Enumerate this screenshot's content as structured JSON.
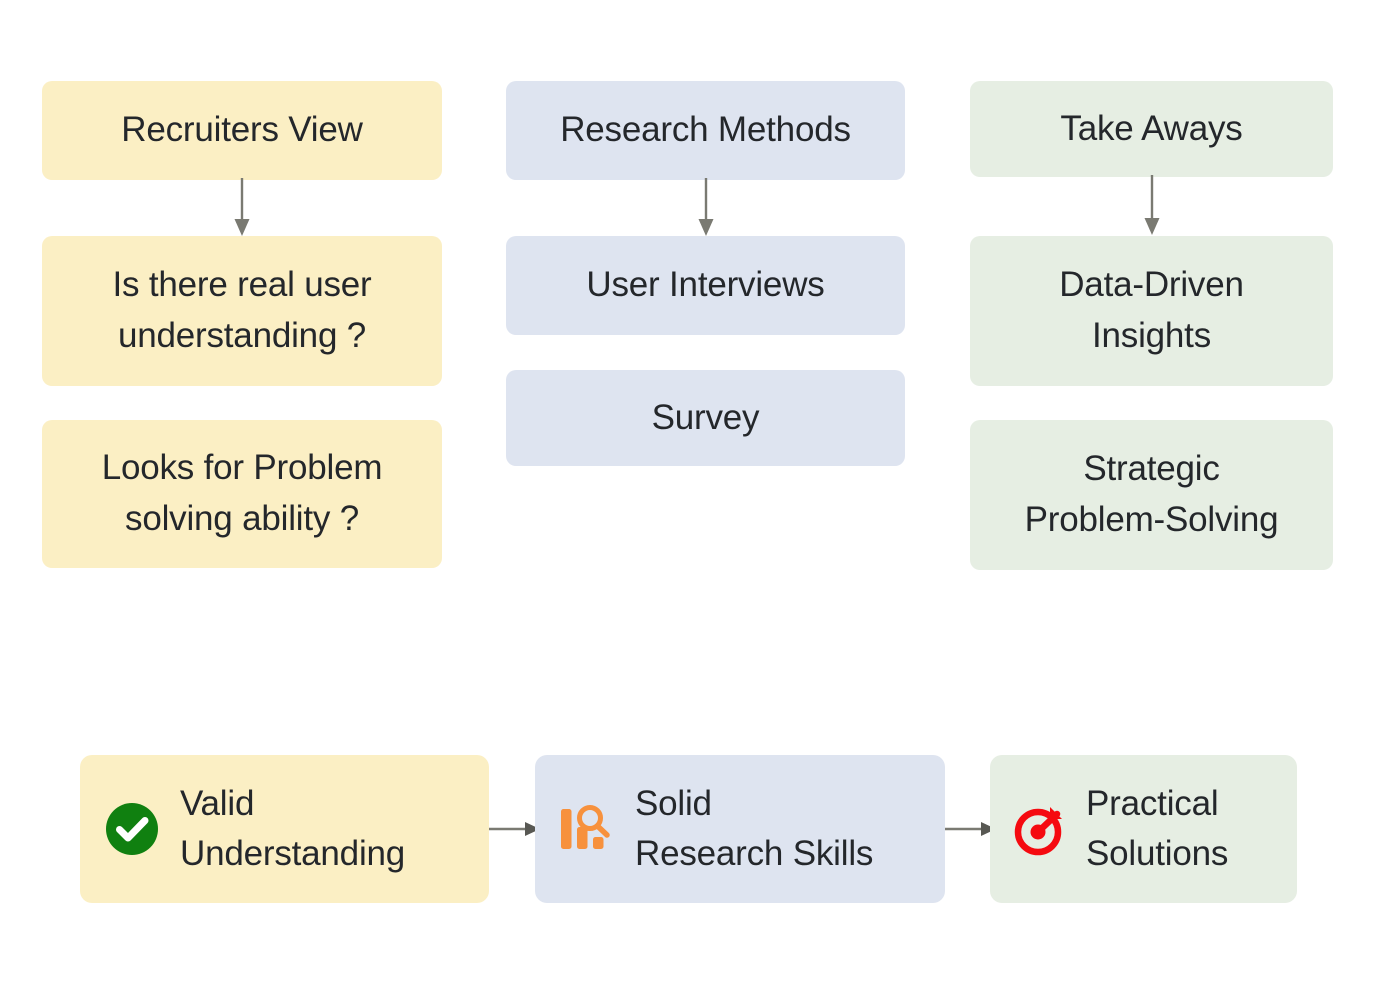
{
  "diagram": {
    "title": "Recruiters View / Research Methods / Take Aways flow",
    "colors": {
      "yellow": "#fbefc4",
      "blue": "#dee4f0",
      "green": "#e6eee3",
      "text": "#24272b",
      "arrow": "#7a7a72",
      "check_green": "#108010",
      "chart_orange": "#f7913d",
      "target_red": "#f50a10"
    },
    "columns": [
      {
        "id": "recruiters",
        "color": "yellow",
        "header": "Recruiters View",
        "items": [
          "Is there real user\nunderstanding ?",
          "Looks for Problem\nsolving ability ?"
        ]
      },
      {
        "id": "research-methods",
        "color": "blue",
        "header": "Research Methods",
        "items": [
          "User Interviews",
          "Survey"
        ]
      },
      {
        "id": "take-aways",
        "color": "green",
        "header": "Take Aways",
        "items": [
          "Data-Driven\nInsights",
          "Strategic\nProblem-Solving"
        ]
      }
    ],
    "flow": {
      "steps": [
        {
          "id": "valid-understanding",
          "color": "yellow",
          "icon": "check-circle-icon",
          "label": "Valid\nUnderstanding"
        },
        {
          "id": "solid-research-skills",
          "color": "blue",
          "icon": "bar-chart-search-icon",
          "label": "Solid\nResearch Skills"
        },
        {
          "id": "practical-solutions",
          "color": "green",
          "icon": "target-dart-icon",
          "label": "Practical\nSolutions"
        }
      ]
    }
  }
}
